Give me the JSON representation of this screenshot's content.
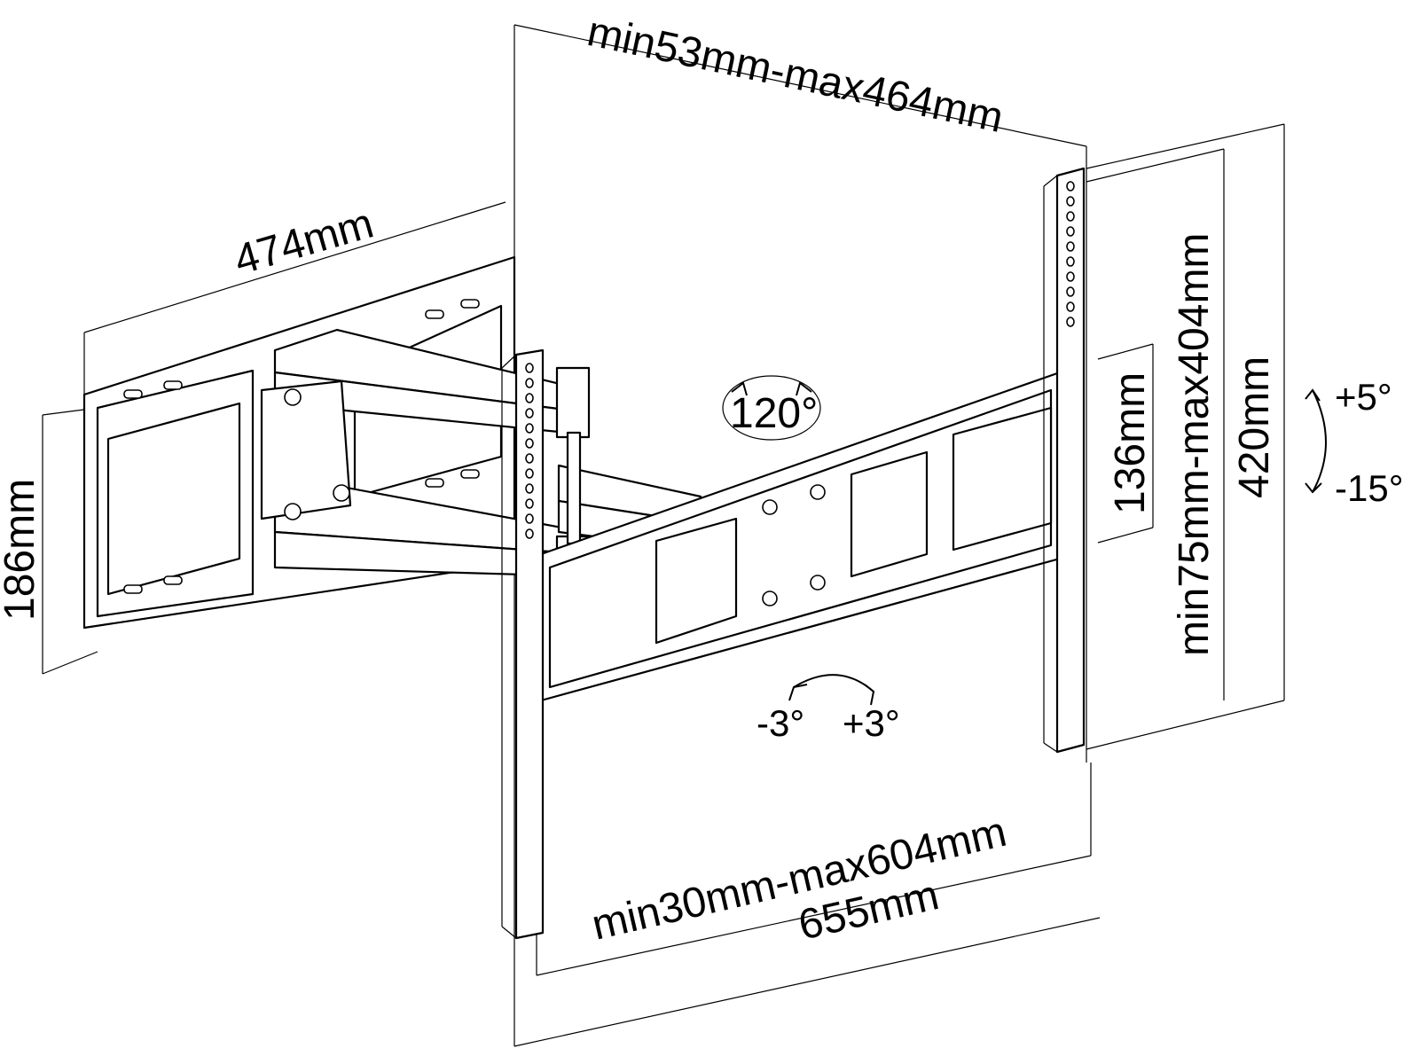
{
  "diagram": {
    "labels": {
      "top_width": "min53mm-max464mm",
      "wall_plate_width": "474mm",
      "wall_plate_height": "186mm",
      "swivel": "120°",
      "vesa_vertical_inner": "136mm",
      "vesa_vertical_range": "min75mm-max404mm",
      "tv_plate_height": "420mm",
      "tilt_up": "+5°",
      "tilt_down": "-15°",
      "rotate_left": "-3°",
      "rotate_right": "+3°",
      "vesa_horizontal_range": "min30mm-max604mm",
      "total_width": "655mm"
    }
  }
}
